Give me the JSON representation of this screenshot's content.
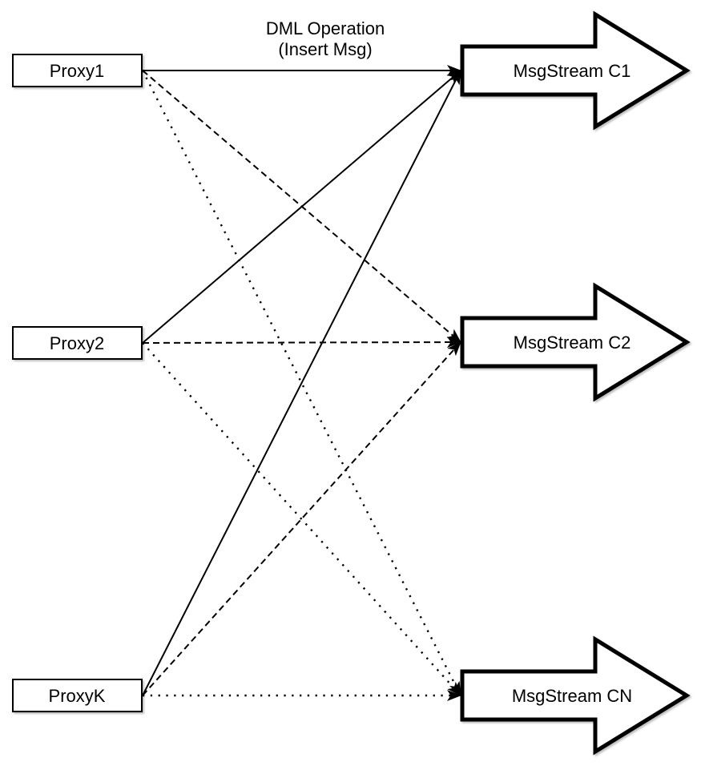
{
  "diagram": {
    "edge_label": {
      "line1": "DML Operation",
      "line2": "(Insert Msg)"
    },
    "proxies": [
      {
        "id": "proxy1",
        "label": "Proxy1"
      },
      {
        "id": "proxy2",
        "label": "Proxy2"
      },
      {
        "id": "proxyK",
        "label": "ProxyK"
      }
    ],
    "streams": [
      {
        "id": "c1",
        "label": "MsgStream C1"
      },
      {
        "id": "c2",
        "label": "MsgStream C2"
      },
      {
        "id": "cN",
        "label": "MsgStream CN"
      }
    ],
    "edges": [
      {
        "from": "proxy1",
        "to": "c1",
        "style": "solid"
      },
      {
        "from": "proxy1",
        "to": "c2",
        "style": "dashed"
      },
      {
        "from": "proxy1",
        "to": "cN",
        "style": "dotted"
      },
      {
        "from": "proxy2",
        "to": "c1",
        "style": "solid"
      },
      {
        "from": "proxy2",
        "to": "c2",
        "style": "dashed"
      },
      {
        "from": "proxy2",
        "to": "cN",
        "style": "dotted"
      },
      {
        "from": "proxyK",
        "to": "c1",
        "style": "solid"
      },
      {
        "from": "proxyK",
        "to": "c2",
        "style": "dashed"
      },
      {
        "from": "proxyK",
        "to": "cN",
        "style": "dotted"
      }
    ],
    "colors": {
      "stroke": "#000000",
      "fill": "#ffffff",
      "background": "#ffffff"
    }
  }
}
